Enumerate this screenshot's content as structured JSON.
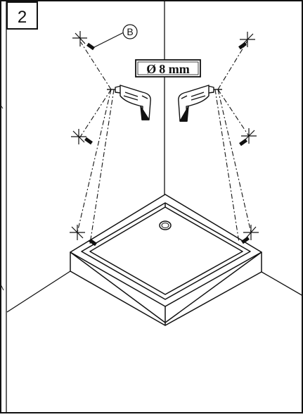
{
  "step": {
    "number": "2"
  },
  "drill_spec": {
    "symbol": "Ø",
    "size": "8 mm"
  },
  "callout": {
    "label": "B"
  },
  "icons": [
    "electric-drill-icon",
    "wall-plug-icon",
    "drill-mark-icon"
  ]
}
